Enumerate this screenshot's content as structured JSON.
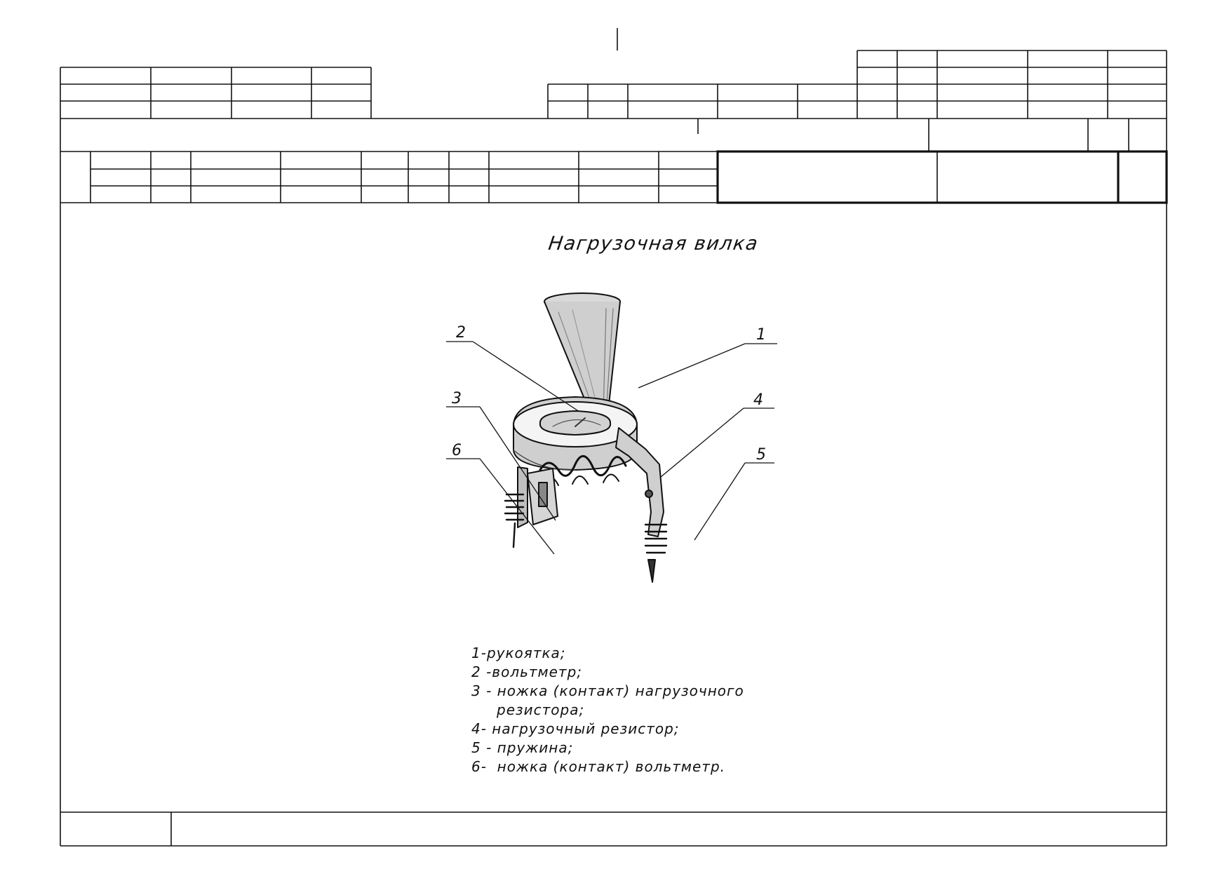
{
  "drawing": {
    "title": "Нагрузочная вилка",
    "callouts": [
      {
        "id": "c1",
        "label": "1"
      },
      {
        "id": "c2",
        "label": "2"
      },
      {
        "id": "c3",
        "label": "3"
      },
      {
        "id": "c4",
        "label": "4"
      },
      {
        "id": "c5",
        "label": "5"
      },
      {
        "id": "c6",
        "label": "6"
      }
    ]
  },
  "legend": {
    "lines": [
      "1-рукоятка;",
      "2 -вольтметр;",
      "3 - ножка (контакт) нагрузочного",
      "резистора;",
      "4- нагрузочный резистор;",
      "5 - пружина;",
      "6-  ножка (контакт) вольтметр."
    ]
  },
  "colors": {
    "ink": "#111111",
    "paper": "#ffffff"
  }
}
